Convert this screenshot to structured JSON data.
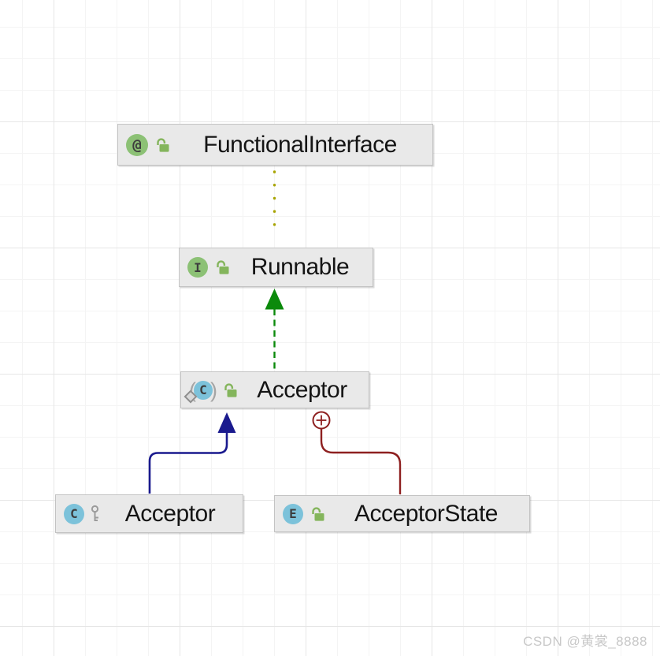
{
  "watermark": "CSDN @黄裳_8888",
  "nodes": {
    "functionalInterface": {
      "label": "FunctionalInterface",
      "badge": "@",
      "kind": "annotation",
      "visibility": "unlocked"
    },
    "runnable": {
      "label": "Runnable",
      "badge": "I",
      "kind": "interface",
      "visibility": "unlocked"
    },
    "acceptorAnon": {
      "label": "Acceptor",
      "badge": "C",
      "kind": "anonymous-class",
      "visibility": "unlocked",
      "paren_open": "(",
      "paren_close": ")"
    },
    "acceptorClass": {
      "label": "Acceptor",
      "badge": "C",
      "kind": "class",
      "visibility": "package-private-key"
    },
    "acceptorState": {
      "label": "AcceptorState",
      "badge": "E",
      "kind": "enum",
      "visibility": "unlocked"
    }
  },
  "edges": {
    "annotation": {
      "from": "Runnable",
      "to": "FunctionalInterface",
      "style": "dotted",
      "color": "#a8a400"
    },
    "implements": {
      "from": "Acceptor (anonymous)",
      "to": "Runnable",
      "style": "dashed-triangle-arrow",
      "color": "#0b8a0b"
    },
    "extends": {
      "from": "Acceptor",
      "to": "Acceptor (anonymous)",
      "style": "solid-triangle-arrow",
      "color": "#1a1a8e"
    },
    "innerClass": {
      "from": "AcceptorState",
      "to": "Acceptor (anonymous)",
      "style": "solid-circle-plus",
      "color": "#8e2020"
    }
  },
  "icon_colors": {
    "green_badge": "#8cc175",
    "blue_badge": "#7cc2da",
    "lock_green": "#84b55c",
    "key_gray": "#9b9b9b"
  }
}
